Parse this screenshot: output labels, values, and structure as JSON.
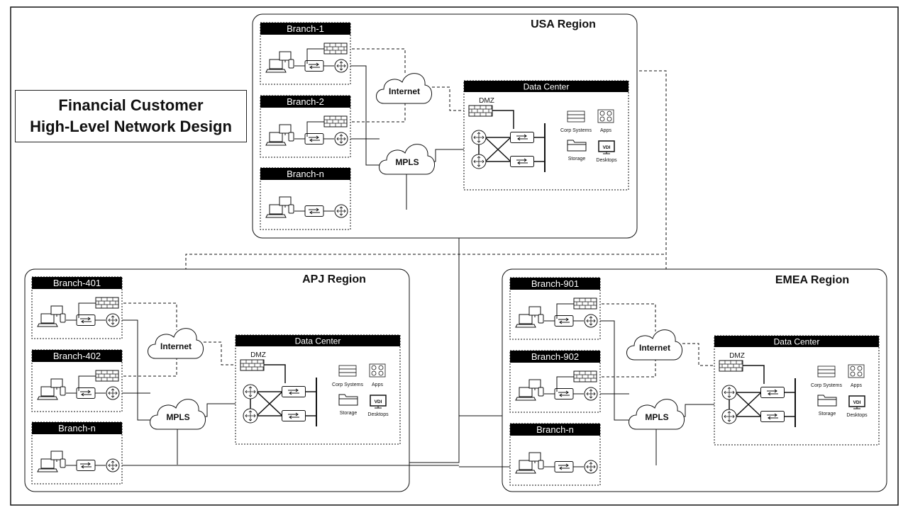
{
  "title": {
    "line1": "Financial Customer",
    "line2": "High-Level Network Design"
  },
  "regions": [
    {
      "name": "USA Region",
      "branches": [
        "Branch-1",
        "Branch-2",
        "Branch-n"
      ],
      "internet_label": "Internet",
      "mpls_label": "MPLS",
      "datacenter": {
        "title": "Data Center",
        "dmz_label": "DMZ",
        "services": [
          "Corp Systems",
          "Apps",
          "Storage",
          "Desktops"
        ],
        "vdi_label": "VDI"
      }
    },
    {
      "name": "APJ Region",
      "branches": [
        "Branch-401",
        "Branch-402",
        "Branch-n"
      ],
      "internet_label": "Internet",
      "mpls_label": "MPLS",
      "datacenter": {
        "title": "Data Center",
        "dmz_label": "DMZ",
        "services": [
          "Corp Systems",
          "Apps",
          "Storage",
          "Desktops"
        ],
        "vdi_label": "VDI"
      }
    },
    {
      "name": "EMEA Region",
      "branches": [
        "Branch-901",
        "Branch-902",
        "Branch-n"
      ],
      "internet_label": "Internet",
      "mpls_label": "MPLS",
      "datacenter": {
        "title": "Data Center",
        "dmz_label": "DMZ",
        "services": [
          "Corp Systems",
          "Apps",
          "Storage",
          "Desktops"
        ],
        "vdi_label": "VDI"
      }
    }
  ]
}
